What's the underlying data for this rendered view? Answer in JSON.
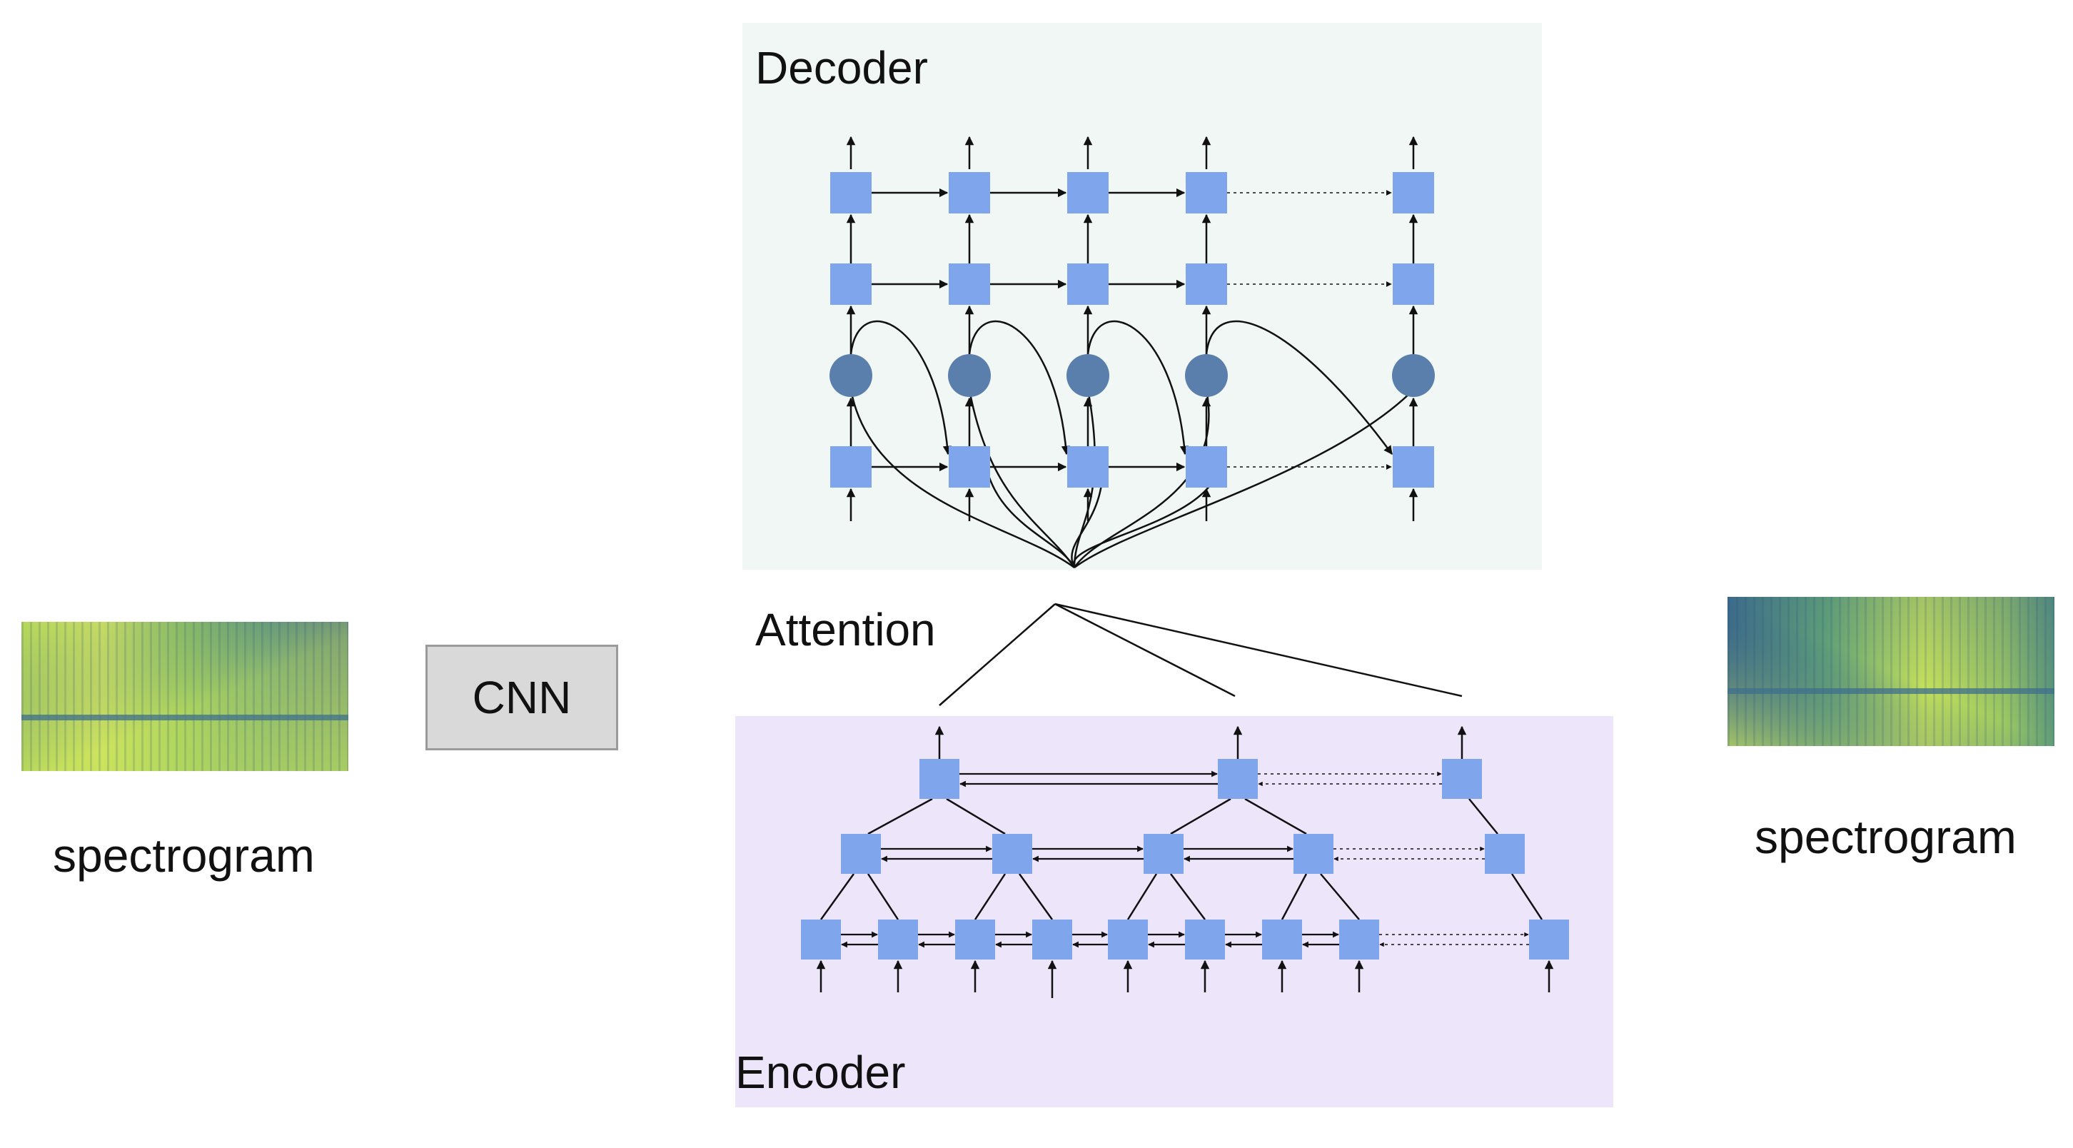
{
  "decoder": {
    "title": "Decoder",
    "panel_color": "#f1f7f4"
  },
  "encoder": {
    "title": "Encoder",
    "panel_color": "#ede5fa"
  },
  "attention": {
    "label": "Attention"
  },
  "cnn": {
    "label": "CNN"
  },
  "input_spectrogram": {
    "label": "spectrogram"
  },
  "output_spectrogram": {
    "label": "spectrogram"
  },
  "colors": {
    "node_fill": "#7fa6ec",
    "attention_circle": "#5b7fad",
    "edge": "#111111",
    "spectro_low": "#2f5c8c",
    "spectro_mid": "#3f9b82",
    "spectro_high": "#c9e35a"
  }
}
